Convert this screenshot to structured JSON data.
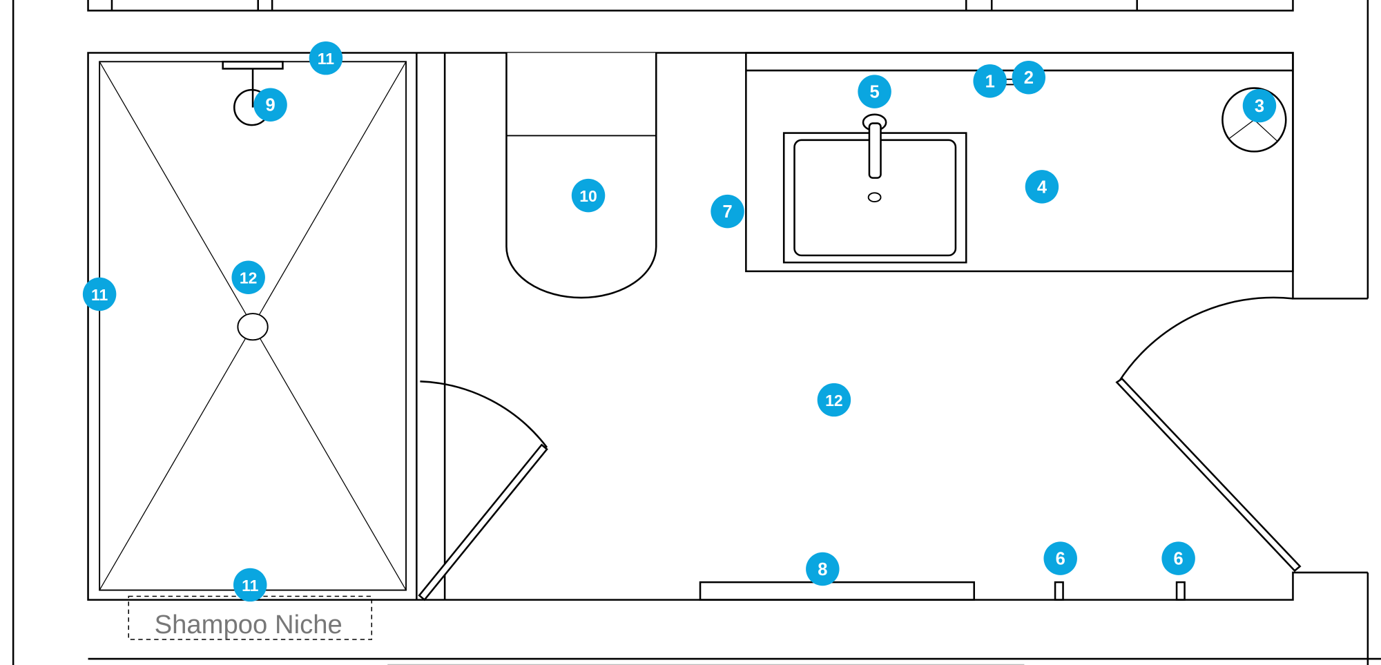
{
  "plan": {
    "title": "",
    "colors": {
      "line": "#000000",
      "marker": "#0aa6e0",
      "marker_text": "#ffffff",
      "niche_text": "#777777"
    },
    "niche_label": "Shampoo Niche",
    "markers": [
      {
        "id": "marker-1",
        "label": "1",
        "element": "wall-fixture"
      },
      {
        "id": "marker-2",
        "label": "2",
        "element": "wall-fixture"
      },
      {
        "id": "marker-3",
        "label": "3",
        "element": "round-bin"
      },
      {
        "id": "marker-4",
        "label": "4",
        "element": "vanity-counter"
      },
      {
        "id": "marker-5",
        "label": "5",
        "element": "faucet"
      },
      {
        "id": "marker-6a",
        "label": "6",
        "element": "wall-hook"
      },
      {
        "id": "marker-6b",
        "label": "6",
        "element": "wall-hook"
      },
      {
        "id": "marker-7",
        "label": "7",
        "element": "vanity-edge"
      },
      {
        "id": "marker-8",
        "label": "8",
        "element": "radiator"
      },
      {
        "id": "marker-9",
        "label": "9",
        "element": "shower-head"
      },
      {
        "id": "marker-10",
        "label": "10",
        "element": "toilet"
      },
      {
        "id": "marker-11a",
        "label": "11",
        "element": "shower-wall"
      },
      {
        "id": "marker-11b",
        "label": "11",
        "element": "shower-wall"
      },
      {
        "id": "marker-11c",
        "label": "11",
        "element": "shower-wall"
      },
      {
        "id": "marker-12a",
        "label": "12",
        "element": "shower-floor"
      },
      {
        "id": "marker-12b",
        "label": "12",
        "element": "floor"
      }
    ]
  }
}
